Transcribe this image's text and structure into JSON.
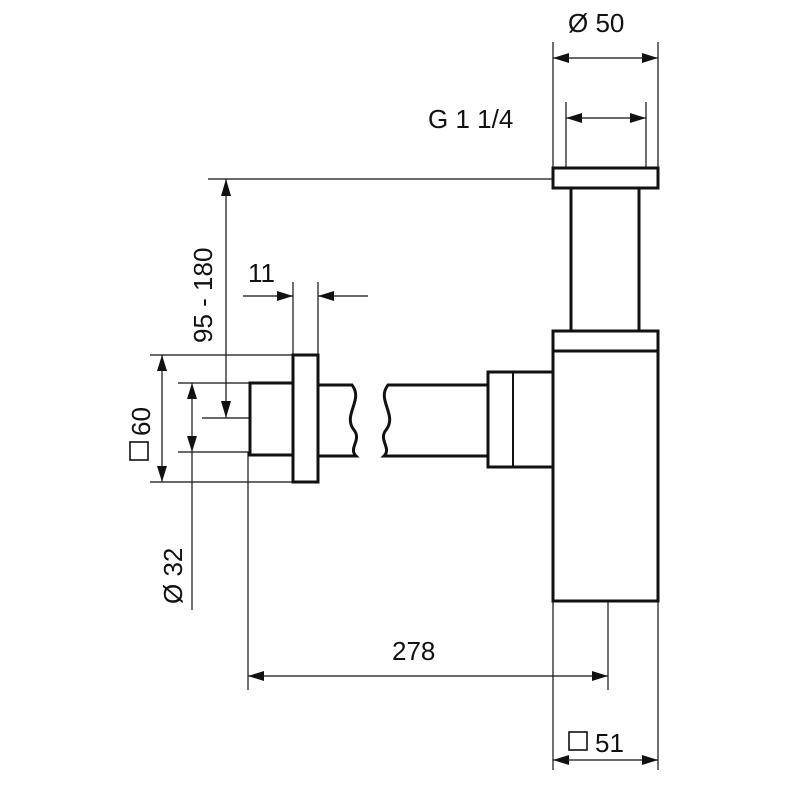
{
  "dimensions": {
    "outlet_diameter": "Ø 50",
    "thread": "G 1 1/4",
    "height_range": "95 - 180",
    "flange_thickness": "11",
    "rosette_square": "60",
    "pipe_diameter": "Ø 32",
    "projection": "278",
    "body_square": "51"
  }
}
